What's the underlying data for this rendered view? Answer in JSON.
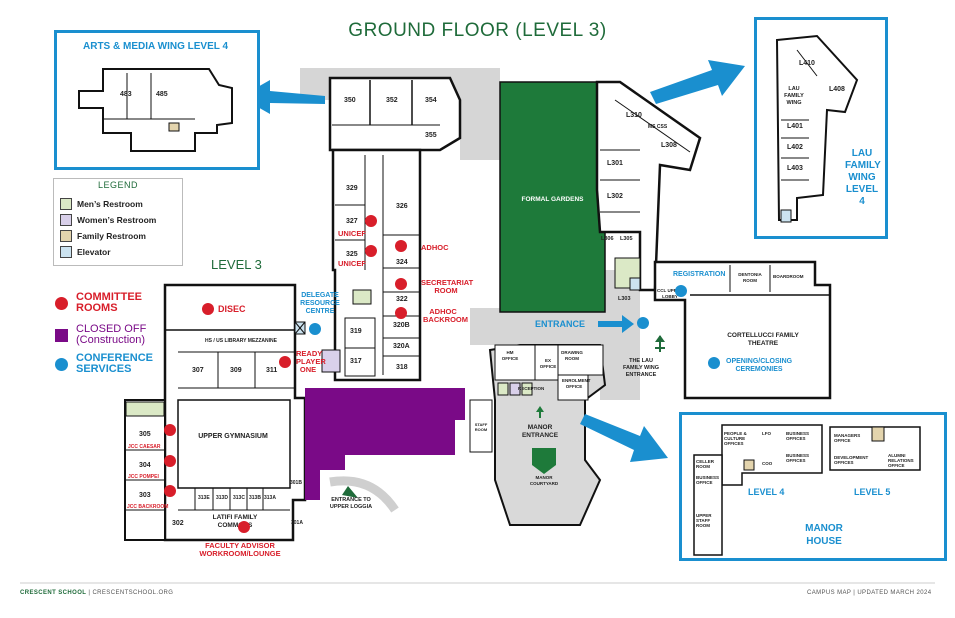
{
  "title": "GROUND FLOOR (LEVEL 3)",
  "level_label": "LEVEL 3",
  "legend": {
    "heading": "LEGEND",
    "items": [
      {
        "label": "Men’s Restroom",
        "color": "#dbe9c6"
      },
      {
        "label": "Women’s Restroom",
        "color": "#d9d0ea"
      },
      {
        "label": "Family Restroom",
        "color": "#e3d4ad"
      },
      {
        "label": "Elevator",
        "color": "#cce3f0"
      }
    ]
  },
  "key": {
    "committee": "COMMITTEE ROOMS",
    "closed": "CLOSED OFF (Construction)",
    "conference": "CONFERENCE SERVICES"
  },
  "colors": {
    "red": "#d81e2a",
    "purple": "#7a0a87",
    "blue": "#1a8fcf",
    "green": "#1f6b3a",
    "garden": "#1e7a3a"
  },
  "insets": {
    "arts_media": {
      "title": "ARTS & MEDIA WING LEVEL 4",
      "rooms": [
        "483",
        "485"
      ]
    },
    "lau": {
      "title": "LAU FAMILY WING LEVEL 4",
      "rooms": [
        "L410",
        "LAU FAMILY WING",
        "L408",
        "L401",
        "L402",
        "L403"
      ]
    },
    "manor": {
      "title": "MANOR HOUSE",
      "level4": "LEVEL 4",
      "level5": "LEVEL 5",
      "rooms": [
        "PEOPLE & CULTURE OFFICES",
        "LFO",
        "BUSINESS OFFICES",
        "BUSINESS OFFICES",
        "COO",
        "UPPER STAFF ROOM",
        "BUSINESS OFFICE",
        "CELLER ROOM",
        "MANAGERS OFFICE",
        "DEVELOPMENT OFFICES",
        "ALUMNI RELATIONS OFFICE"
      ]
    }
  },
  "rooms": [
    "350",
    "352",
    "354",
    "355",
    "329",
    "326",
    "327",
    "325",
    "324",
    "322",
    "320B",
    "320A",
    "319",
    "317",
    "318",
    "307",
    "309",
    "311",
    "305",
    "304",
    "303",
    "302",
    "313E",
    "313D",
    "313C",
    "313B",
    "313A",
    "301B",
    "301A",
    "L310",
    "L308",
    "L301",
    "L302",
    "L306",
    "L305",
    "L303",
    "MS CSS",
    "HS / US LIBRARY MEZZANINE"
  ],
  "areas": {
    "gardens": "FORMAL GARDENS",
    "gym": "UPPER GYMNASIUM",
    "commons": "LATIFI FAMILY COMMONS",
    "theatre": "CORTELLUCCI FAMILY THEATRE",
    "dentonia": "DENTONIA ROOM",
    "boardroom": "BOARDROOM",
    "manor_entrance": "MANOR ENTRANCE",
    "manor_courtyard": "MANOR COURTYARD",
    "staff_room": "STAFF ROOM",
    "reception": "RECEPTION",
    "drawing_room": "DRAWING ROOM",
    "enrolment": "ENROLMENT OFFICE",
    "hm_office": "HM OFFICE",
    "ex_office": "EX OFFICE",
    "loggia": "ENTRANCE TO UPPER LOGGIA",
    "lau_entrance": "THE LAU FAMILY WING ENTRANCE",
    "ccl": "CCL UPPER LOBBY",
    "entrance": "ENTRANCE"
  },
  "committees": {
    "unicef1": "UNICEF",
    "unicef2": "UNICEF",
    "adhoc": "ADHOC",
    "secretariat": "SECRETARIAT ROOM",
    "adhoc_backroom": "ADHOC BACKROOM",
    "disec": "DISEC",
    "ready": "READY PLAYER ONE",
    "jcc_caesar": "JCC CAESAR",
    "jcc_pompei": "JCC POMPEI",
    "jcc_backroom": "JCC BACKROOM",
    "faculty": "FACULTY ADVISOR WORKROOM/LOUNGE"
  },
  "services": {
    "delegate": "DELEGATE RESOURCE CENTRE",
    "registration": "REGISTRATION",
    "opening": "OPENING/CLOSING CEREMONIES"
  },
  "footer": {
    "left_brand": "CRESCENT SCHOOL",
    "left_url": "CRESCENTSCHOOL.ORG",
    "right_map": "CAMPUS MAP",
    "right_updated": "UPDATED MARCH 2024"
  }
}
